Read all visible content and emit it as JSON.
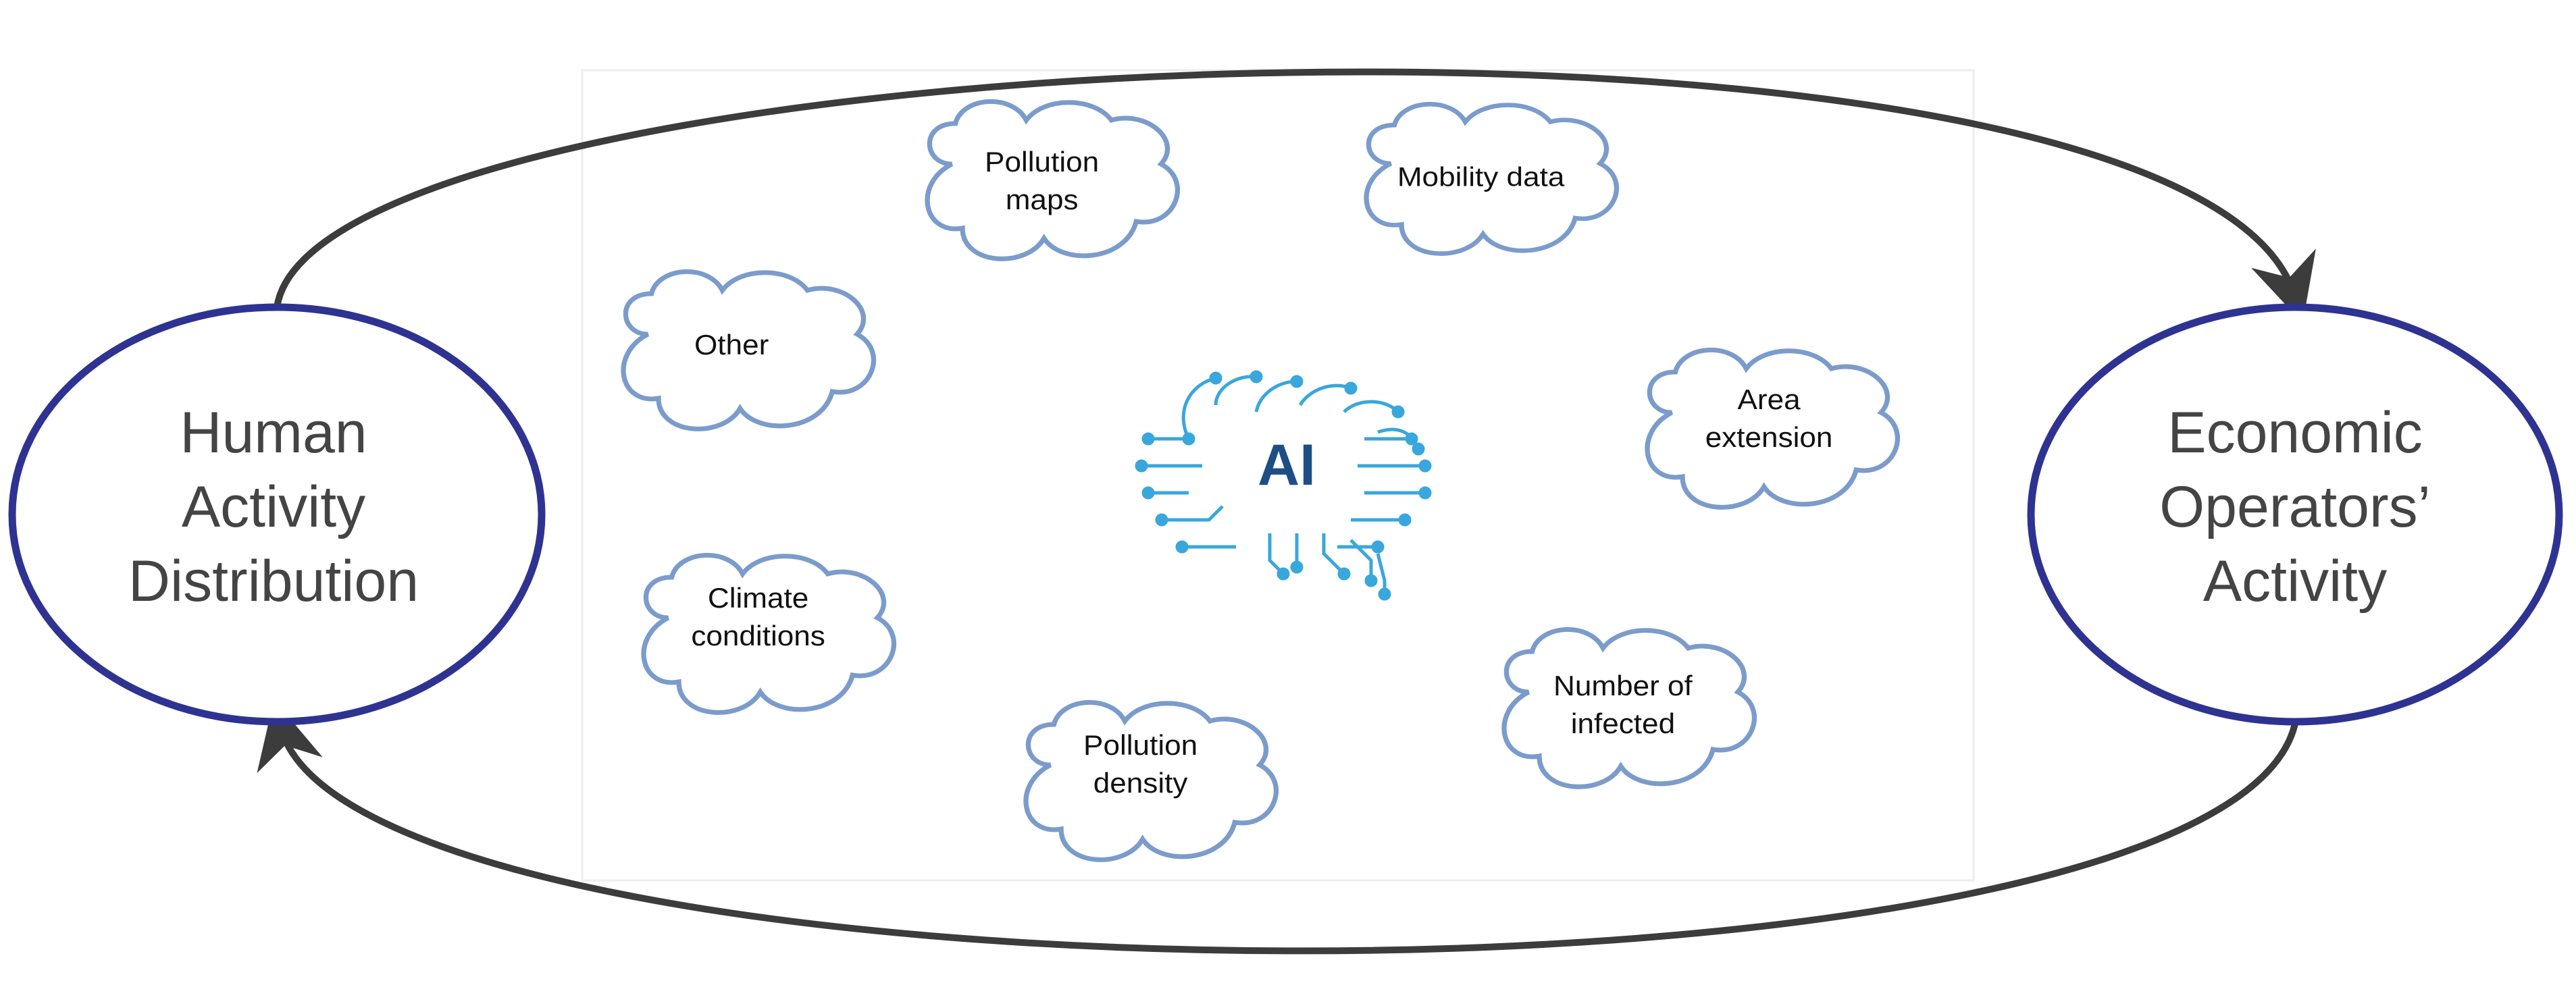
{
  "nodes": {
    "left": {
      "lines": [
        "Human",
        "Activity",
        "Distribution"
      ]
    },
    "right": {
      "lines": [
        "Economic",
        "Operators’",
        "Activity"
      ]
    }
  },
  "center": {
    "label": "AI"
  },
  "clouds": {
    "pollution_maps": {
      "lines": [
        "Pollution",
        "maps"
      ]
    },
    "mobility_data": {
      "lines": [
        "Mobility data"
      ]
    },
    "other": {
      "lines": [
        "Other"
      ]
    },
    "area_extension": {
      "lines": [
        "Area",
        "extension"
      ]
    },
    "climate_conditions": {
      "lines": [
        "Climate",
        "conditions"
      ]
    },
    "number_of_infected": {
      "lines": [
        "Number of",
        "infected"
      ]
    },
    "pollution_density": {
      "lines": [
        "Pollution",
        "density"
      ]
    }
  },
  "colors": {
    "node_stroke": "#2e3392",
    "cloud_stroke": "#7b9ccb",
    "arrow": "#3c3c3c",
    "ai_text": "#1d4f86",
    "circuit": "#39a7dc",
    "panel_border": "#eeeeee"
  }
}
